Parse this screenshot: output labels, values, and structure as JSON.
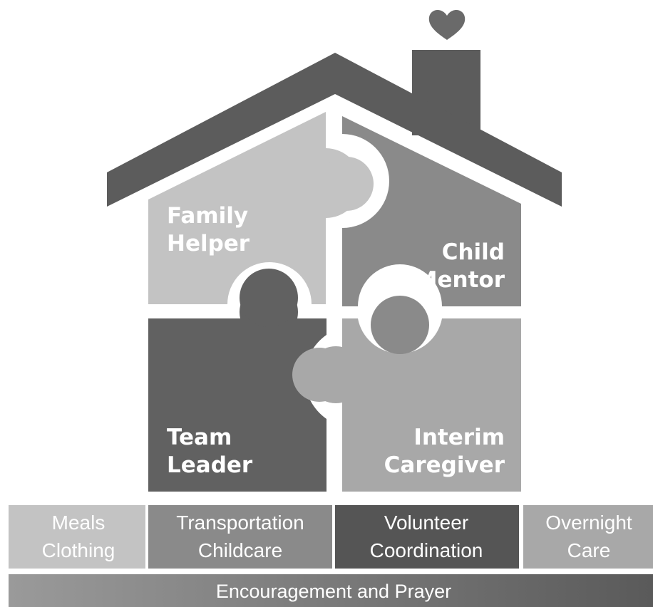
{
  "colors": {
    "roof": "#5c5c5c",
    "chimney": "#5c5c5c",
    "heart": "#6a6a6a",
    "family_helper": "#c3c3c3",
    "child_mentor": "#8a8a8a",
    "team_leader": "#616161",
    "interim_caregiver": "#a8a8a8",
    "tile_meals": "#c3c3c3",
    "tile_transportation": "#8a8a8a",
    "tile_volunteer": "#555555",
    "tile_overnight": "#a8a8a8",
    "band_start": "#9a9a9a",
    "band_end": "#5a5a5a"
  },
  "icons": {
    "heart": "heart-icon",
    "chimney": "chimney",
    "roof": "roof"
  },
  "house": {
    "pieces": {
      "family_helper": {
        "line1": "Family",
        "line2": "Helper"
      },
      "child_mentor": {
        "line1": "Child",
        "line2": "Mentor"
      },
      "team_leader": {
        "line1": "Team",
        "line2": "Leader"
      },
      "interim_caregiver": {
        "line1": "Interim",
        "line2": "Caregiver"
      }
    }
  },
  "foundation": {
    "tiles": [
      {
        "line1": "Meals",
        "line2": "Clothing"
      },
      {
        "line1": "Transportation",
        "line2": "Childcare"
      },
      {
        "line1": "Volunteer",
        "line2": "Coordination"
      },
      {
        "line1": "Overnight",
        "line2": "Care"
      }
    ],
    "band": "Encouragement and Prayer"
  }
}
